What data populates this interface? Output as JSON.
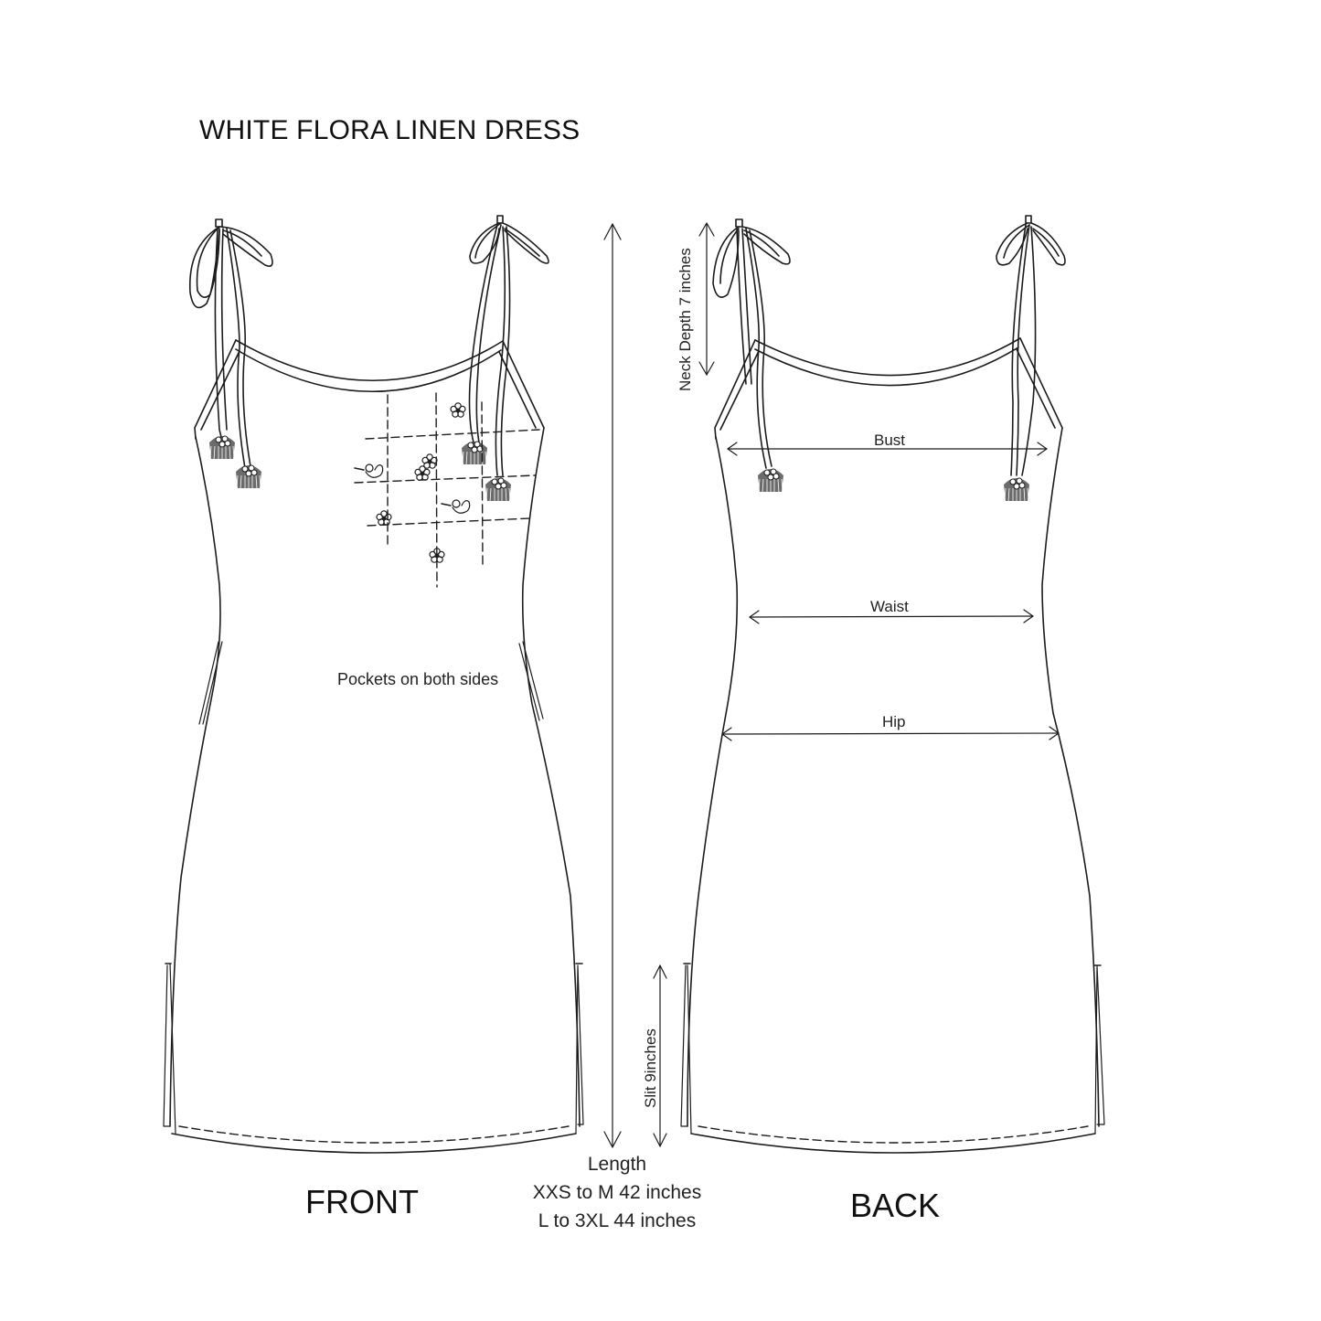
{
  "title": "WHITE FLORA LINEN DRESS",
  "views": {
    "front": {
      "label": "FRONT"
    },
    "back": {
      "label": "BACK"
    }
  },
  "annotations": {
    "pockets": "Pockets on both sides",
    "neck_depth": "Neck Depth 7 inches",
    "slit": "Slit 9inches",
    "bust": "Bust",
    "waist": "Waist",
    "hip": "Hip"
  },
  "length": {
    "label": "Length",
    "lines": [
      "XXS to M 42 inches",
      "L to 3XL 44 inches"
    ]
  },
  "colors": {
    "background": "#ffffff",
    "line": "#1c1c1c",
    "text": "#222222"
  }
}
